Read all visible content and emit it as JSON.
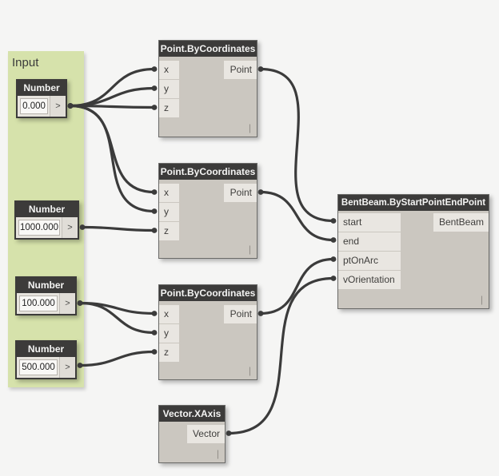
{
  "group": {
    "label": "Input"
  },
  "nodes": {
    "num1": {
      "title": "Number",
      "value": "0.000",
      "expand": ">"
    },
    "num2": {
      "title": "Number",
      "value": "1000.000",
      "expand": ">"
    },
    "num3": {
      "title": "Number",
      "value": "100.000",
      "expand": ">"
    },
    "num4": {
      "title": "Number",
      "value": "500.000",
      "expand": ">"
    },
    "point1": {
      "title": "Point.ByCoordinates",
      "inputs": [
        "x",
        "y",
        "z"
      ],
      "output": "Point",
      "lacing": "|"
    },
    "point2": {
      "title": "Point.ByCoordinates",
      "inputs": [
        "x",
        "y",
        "z"
      ],
      "output": "Point",
      "lacing": "|"
    },
    "point3": {
      "title": "Point.ByCoordinates",
      "inputs": [
        "x",
        "y",
        "z"
      ],
      "output": "Point",
      "lacing": "|"
    },
    "vector": {
      "title": "Vector.XAxis",
      "output": "Vector",
      "lacing": "|"
    },
    "bentbeam": {
      "title": "BentBeam.ByStartPointEndPoint",
      "inputs": [
        "start",
        "end",
        "ptOnArc",
        "vOrientation"
      ],
      "output": "BentBeam",
      "lacing": "|"
    }
  },
  "connections": [
    {
      "from": "num1.out",
      "to": "point1.x"
    },
    {
      "from": "num1.out",
      "to": "point1.y"
    },
    {
      "from": "num1.out",
      "to": "point1.z"
    },
    {
      "from": "num1.out",
      "to": "point2.x"
    },
    {
      "from": "num1.out",
      "to": "point2.y"
    },
    {
      "from": "num2.out",
      "to": "point2.z"
    },
    {
      "from": "num3.out",
      "to": "point3.x"
    },
    {
      "from": "num3.out",
      "to": "point3.y"
    },
    {
      "from": "num4.out",
      "to": "point3.z"
    },
    {
      "from": "point1.out",
      "to": "bentbeam.start"
    },
    {
      "from": "point2.out",
      "to": "bentbeam.end"
    },
    {
      "from": "point3.out",
      "to": "bentbeam.ptOnArc"
    },
    {
      "from": "vector.out",
      "to": "bentbeam.vOrientation"
    }
  ],
  "colors": {
    "canvas_bg": "#f5f5f4",
    "group_fill": "#d6e2ab",
    "node_header": "#3c3b3a",
    "node_body": "#cbc7c0",
    "port_fill": "#e9e6e1",
    "wire": "#3b3b3b"
  }
}
